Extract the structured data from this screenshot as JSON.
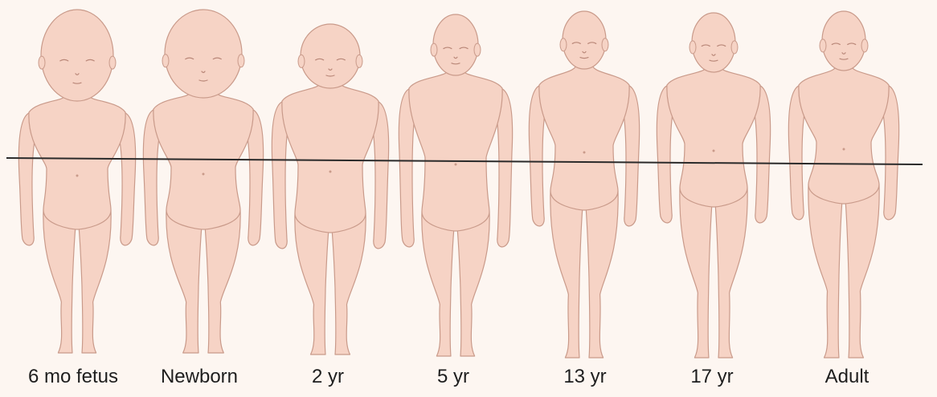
{
  "figures": [
    {
      "id": "6mo-fetus",
      "label": "6 mo fetus"
    },
    {
      "id": "newborn",
      "label": "Newborn"
    },
    {
      "id": "2yr",
      "label": "2 yr"
    },
    {
      "id": "5yr",
      "label": "5 yr"
    },
    {
      "id": "13yr",
      "label": "13 yr"
    },
    {
      "id": "17yr",
      "label": "17 yr"
    },
    {
      "id": "adult",
      "label": "Adult"
    }
  ],
  "colors": {
    "background": "#fdf6f1",
    "skin": "#f6d3c5",
    "skin_outline": "#c99a8a",
    "line": "#2a2a2a",
    "label_text": "#1e1e1e"
  }
}
